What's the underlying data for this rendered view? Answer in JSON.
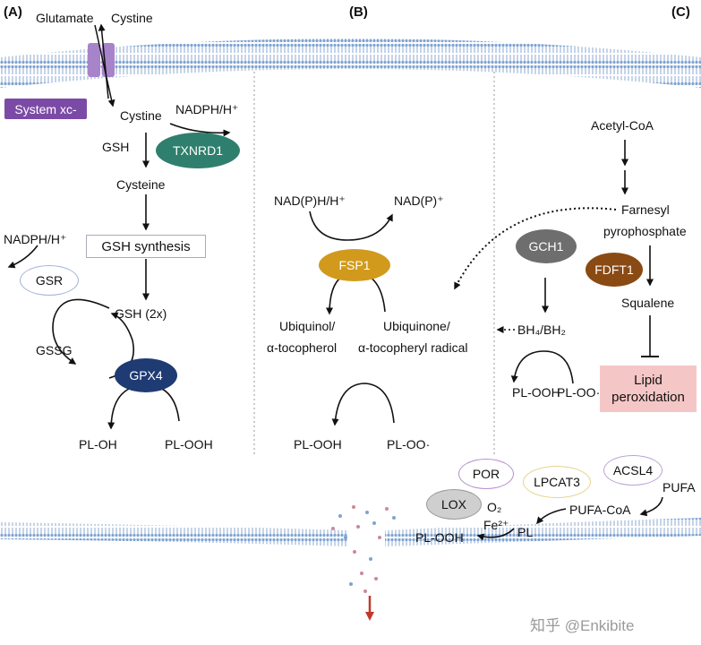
{
  "panels": {
    "a": "(A)",
    "b": "(B)",
    "c": "(C)"
  },
  "panel_a": {
    "glutamate": "Glutamate",
    "cystine_top": "Cystine",
    "system_xc": "System xc-",
    "cystine": "Cystine",
    "nadph_top": "NADPH/H⁺",
    "txnrd1": "TXNRD1",
    "gsh": "GSH",
    "cysteine": "Cysteine",
    "gsh_synthesis": "GSH synthesis",
    "nadph_left": "NADPH/H⁺",
    "gsr": "GSR",
    "gsh_2x": "GSH (2x)",
    "gssg": "GSSG",
    "gpx4": "GPX4",
    "pl_oh": "PL-OH",
    "pl_ooh": "PL-OOH"
  },
  "panel_b": {
    "nadph": "NAD(P)H/H⁺",
    "nadp": "NAD(P)⁺",
    "fsp1": "FSP1",
    "ubiquinol_1": "Ubiquinol/",
    "ubiquinol_2": "α-tocopherol",
    "ubiquinone_1": "Ubiquinone/",
    "ubiquinone_2": "α-tocopheryl  radical",
    "pl_ooh": "PL-OOH",
    "pl_oo": "PL-OO·"
  },
  "panel_c": {
    "acetyl_coa": "Acetyl-CoA",
    "farnesyl_1": "Farnesyl",
    "farnesyl_2": "pyrophosphate",
    "gch1": "GCH1",
    "fdft1": "FDFT1",
    "squalene": "Squalene",
    "bh4": "BH₄/BH₂",
    "pl_ooh": "PL-OOH",
    "pl_oo": "PL-OO·",
    "lipid_1": "Lipid",
    "lipid_2": "peroxidation"
  },
  "bottom": {
    "por": "POR",
    "lpcat3": "LPCAT3",
    "acsl4": "ACSL4",
    "lox": "LOX",
    "o2": "O₂",
    "fe2": "Fe²⁺",
    "pufa": "PUFA",
    "pufa_coa": "PUFA-CoA",
    "pl": "PL",
    "pl_ooh": "PL-OOH"
  },
  "watermark": "知乎 @Enkibite",
  "colors": {
    "txnrd1": "#2f7f6e",
    "gpx4": "#1f3b73",
    "fsp1": "#d19a1c",
    "gch1": "#6e6e6e",
    "fdft1": "#8a4a14",
    "lox": "#cfcfcf",
    "system_xc": "#7b4aa6",
    "lipid_peroxidation": "#f5c6c6",
    "membrane": "#8fb0d8"
  }
}
